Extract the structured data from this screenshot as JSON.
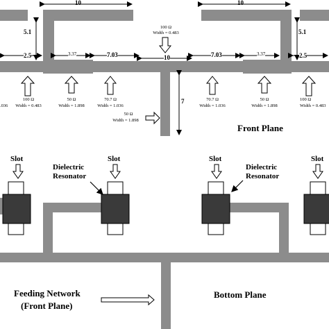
{
  "colors": {
    "strip": "#8c8c8c",
    "resonator": "#3a3a3a",
    "slot": "#ffffff",
    "arrow_fill": "#ffffff"
  },
  "front": {
    "dimensions": {
      "top_left": "10",
      "top_right": "10",
      "left_height": "5.1",
      "right_height": "5.1",
      "left_stub": "2.5",
      "right_stub": "2.5",
      "seg_337_left": "3.37",
      "seg_337_right": "3.37",
      "seg_703_left": "7.03",
      "seg_703_right": "7.03",
      "center": "10",
      "feed": "7"
    },
    "lines": {
      "edge_left": ".036",
      "z100_left_imp": "100 Ω",
      "z100_left_w": "Width = 0.483",
      "z50_left_imp": "50 Ω",
      "z50_left_w": "Width = 1.898",
      "z707_left_imp": "70.7 Ω",
      "z707_left_w": "Width = 1.036",
      "z100_top_imp": "100 Ω",
      "z100_top_w": "Width = 0.483",
      "z50_feed_imp": "50 Ω",
      "z50_feed_w": "Width = 1.898",
      "z707_right_imp": "70.7 Ω",
      "z707_right_w": "Width = 1.036",
      "z50_right_imp": "50 Ω",
      "z50_right_w": "Width = 1.898",
      "z100_right_imp": "100 Ω",
      "z100_right_w": "Width = 0.483"
    },
    "plane_label": "Front Plane"
  },
  "bottom": {
    "slot_left": "Slot",
    "slot_mid": "Slot",
    "slot_right_a": "Slot",
    "slot_right_b": "Slot",
    "dr_left_1": "Dielectric",
    "dr_left_2": "Resonator",
    "dr_right_1": "Dielectric",
    "dr_right_2": "Resonator",
    "feeding_1": "Feeding Network",
    "feeding_2": "(Front Plane)",
    "plane_label": "Bottom Plane"
  }
}
